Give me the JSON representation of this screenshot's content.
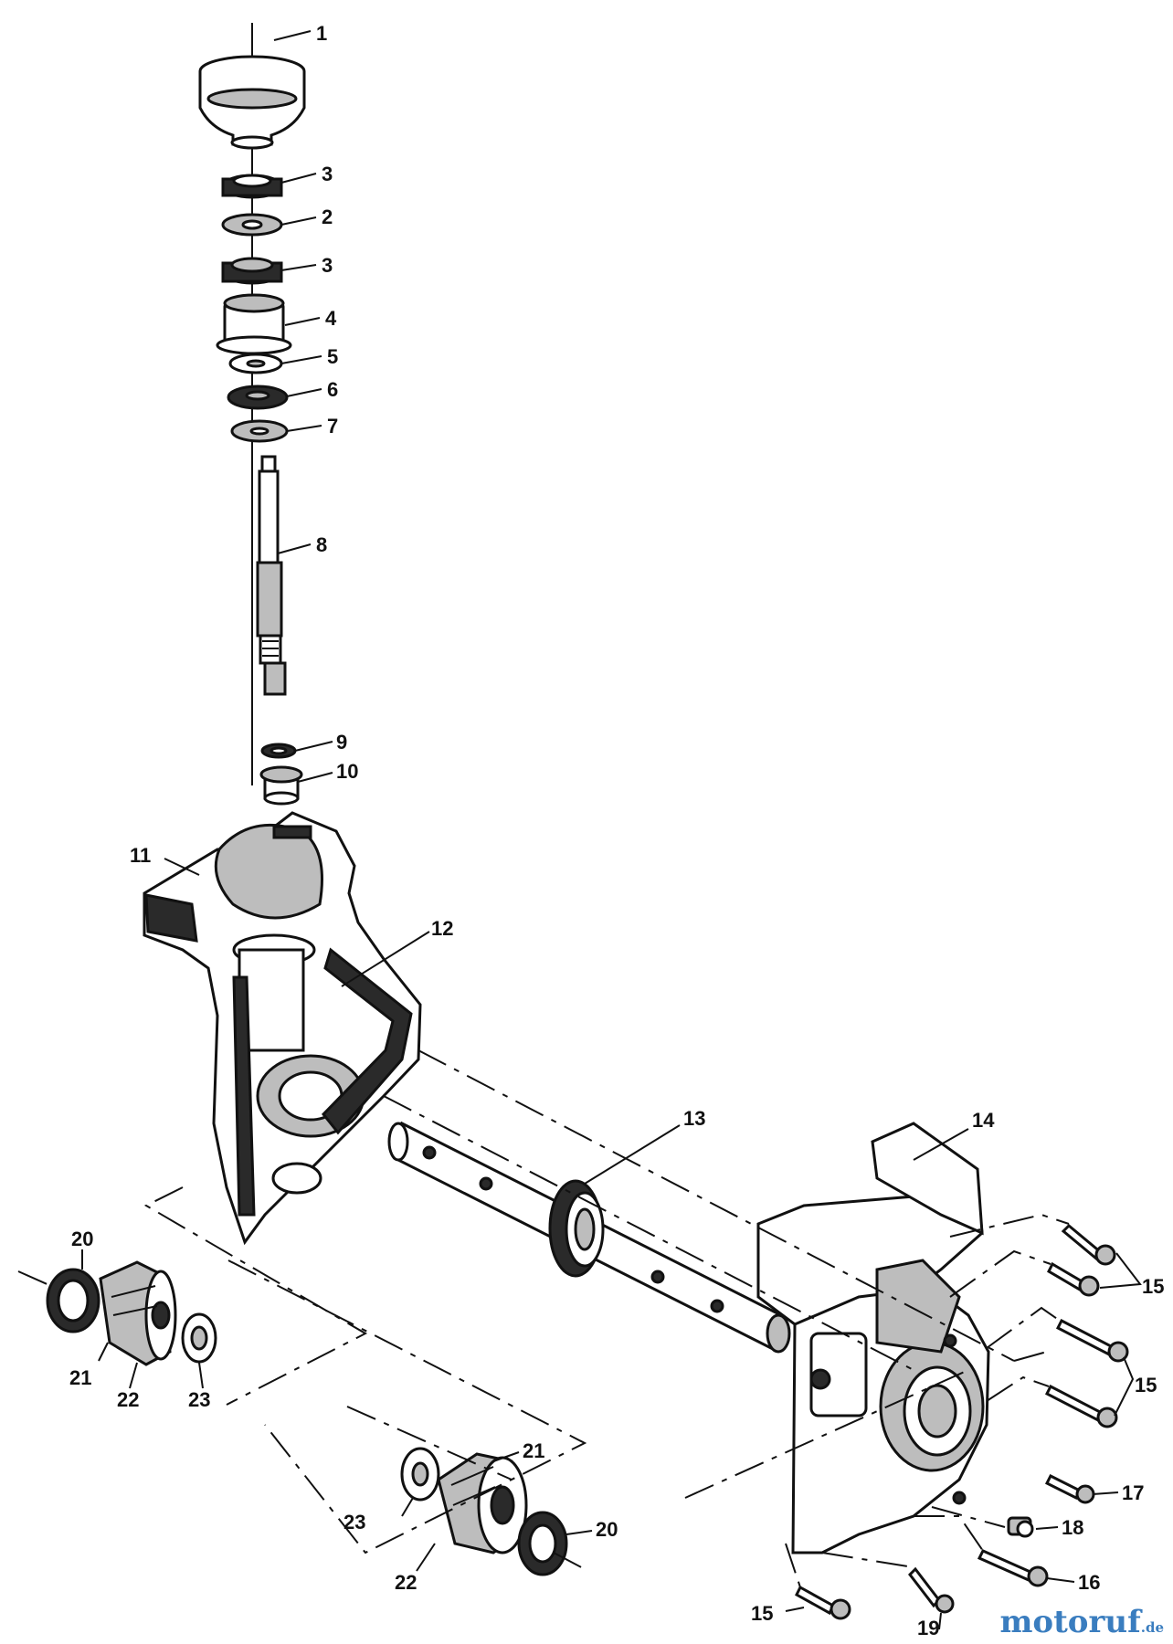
{
  "callouts": [
    "1",
    "2",
    "3",
    "4",
    "5",
    "6",
    "7",
    "8",
    "9",
    "10",
    "11",
    "12",
    "13",
    "14",
    "15",
    "16",
    "17",
    "18",
    "19",
    "20",
    "21",
    "22",
    "23"
  ],
  "watermark": {
    "name": "motoruf",
    "tld": ".de",
    "color": "#3a7dbf"
  }
}
